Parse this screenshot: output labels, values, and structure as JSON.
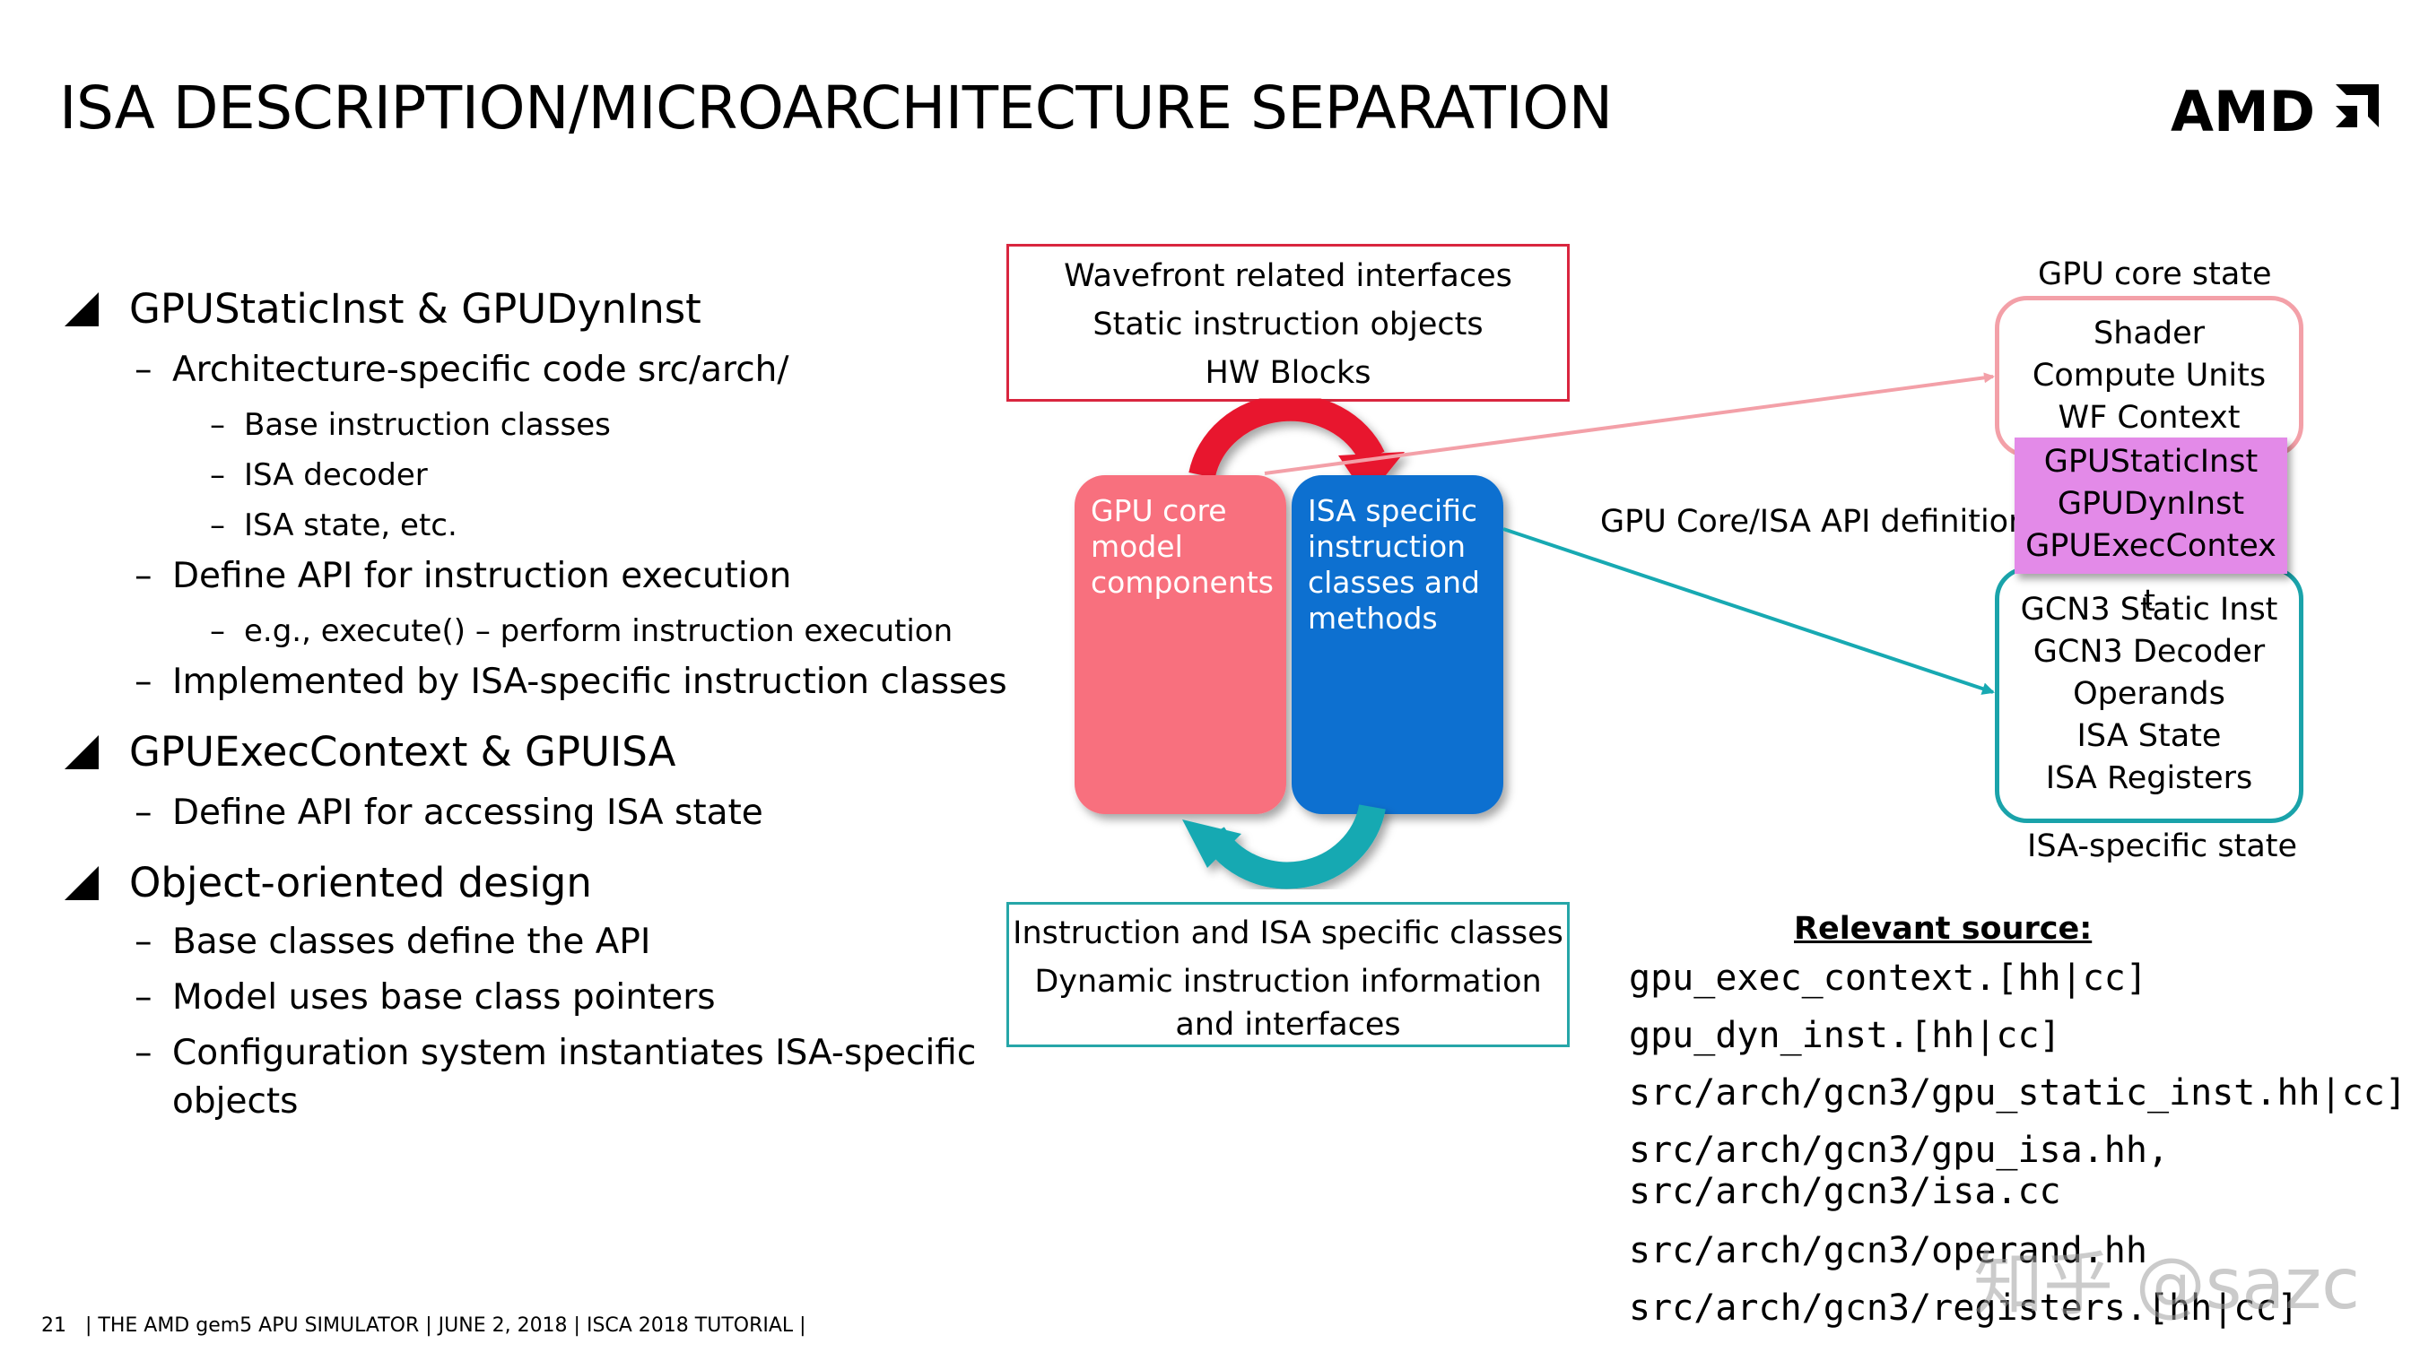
{
  "slide": {
    "title": "ISA DESCRIPTION/MICROARCHITECTURE SEPARATION",
    "logo_text": "AMD"
  },
  "bullets": [
    {
      "text": "GPUStaticInst & GPUDynInst",
      "children": [
        {
          "text": "Architecture-specific code src/arch/",
          "children": [
            "Base instruction classes",
            "ISA decoder",
            "ISA state, etc."
          ]
        },
        {
          "text": "Define API for instruction execution",
          "children": [
            "e.g., execute() – perform instruction execution"
          ]
        },
        {
          "text": "Implemented by ISA-specific instruction classes",
          "children": []
        }
      ]
    },
    {
      "text": "GPUExecContext & GPUISA",
      "children": [
        {
          "text": "Define API for accessing ISA state",
          "children": []
        }
      ]
    },
    {
      "text": "Object-oriented design",
      "children": [
        {
          "text": "Base classes define the API",
          "children": []
        },
        {
          "text": "Model uses base class pointers",
          "children": []
        },
        {
          "text": "Configuration system instantiates ISA-specific",
          "cont": "objects",
          "children": []
        }
      ]
    }
  ],
  "diagram": {
    "top_box": [
      "Wavefront related interfaces",
      "Static instruction objects",
      "HW Blocks"
    ],
    "bottom_box": [
      "Instruction and ISA specific classes",
      "Dynamic instruction information",
      "and interfaces"
    ],
    "left_panel": [
      "GPU core",
      "model",
      "components"
    ],
    "right_panel": [
      "ISA specific",
      "instruction",
      "classes and",
      "methods"
    ],
    "api_label": "GPU Core/ISA API definition",
    "core_state_label": "GPU core state",
    "core_state_items": [
      "Shader",
      "Compute Units",
      "WF Context"
    ],
    "api_items": [
      "GPUStaticInst",
      "GPUDynInst",
      "GPUExecContex",
      "t"
    ],
    "isa_state_items": [
      "GCN3 Static Inst",
      "GCN3 Decoder",
      "Operands",
      "ISA State",
      "ISA Registers"
    ],
    "isa_state_label": "ISA-specific state",
    "colors": {
      "pink_panel": "#f8707e",
      "blue_panel": "#0a6fd0",
      "red_arrow": "#e8192e",
      "teal_arrow": "#17a9b2",
      "purple_box": "#e38ae8"
    }
  },
  "source": {
    "heading": "Relevant source:",
    "files": [
      "gpu_exec_context.[hh|cc]",
      "gpu_dyn_inst.[hh|cc]",
      "src/arch/gcn3/gpu_static_inst.hh|cc]",
      "src/arch/gcn3/gpu_isa.hh,",
      "src/arch/gcn3/isa.cc",
      "src/arch/gcn3/operand.hh",
      "src/arch/gcn3/registers.[hh|cc]"
    ]
  },
  "footer": {
    "page": "21",
    "text": "|   THE AMD gem5 APU SIMULATOR   |   JUNE 2, 2018   |   ISCA 2018 TUTORIAL   |"
  },
  "watermark": "知乎 @sazc"
}
